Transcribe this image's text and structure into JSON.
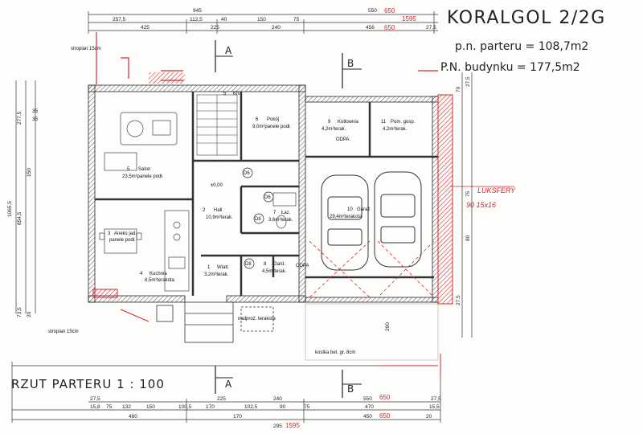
{
  "title": "KORALGOL 2/2G",
  "area_ground": "p.n. parteru = 108,7m2",
  "area_building": "P.N. budynku = 177,5m2",
  "plan_title": "RZUT PARTERU 1 : 100",
  "section_a": "A",
  "section_b": "B",
  "top_dims": {
    "overall": "945",
    "row1": [
      "257,5",
      "112,5",
      "40",
      "150",
      "75",
      "550",
      "27,5"
    ],
    "row2": [
      "425",
      "225",
      "240",
      "456"
    ],
    "red_overall": "1595",
    "red_row": [
      "650",
      "650"
    ]
  },
  "bottom_dims": {
    "row1": [
      "27,5",
      "225",
      "240",
      "550",
      "27,5"
    ],
    "row2": [
      "15,8",
      "75",
      "132",
      "150",
      "100,5",
      "170",
      "102,5",
      "90",
      "75",
      "470",
      "15,5"
    ],
    "row3": [
      "480",
      "170",
      "295",
      "450",
      "20"
    ],
    "red": [
      "650",
      "650",
      "1595"
    ]
  },
  "left_dims": [
    "1065,5",
    "854,5",
    "277,5",
    "150",
    "35",
    "35",
    "73,5",
    "20"
  ],
  "right_dims": [
    "70",
    "75",
    "80",
    "290",
    "27,5",
    "27,5"
  ],
  "rooms": [
    {
      "num": "5",
      "name": "Salon",
      "area": "23,5m²panele podł."
    },
    {
      "num": "6",
      "name": "Pokój",
      "area": "9,0m²panele podł."
    },
    {
      "num": "2",
      "name": "Hall",
      "area": "10,9m²terak."
    },
    {
      "num": "7",
      "name": "Łaz.",
      "area": "3,6m²terak."
    },
    {
      "num": "3",
      "name": "Aneks jad.",
      "area": "panele podł."
    },
    {
      "num": "4",
      "name": "Kuchnia",
      "area": "8,5m²terakota"
    },
    {
      "num": "1",
      "name": "Wiatr.",
      "area": "3,2m²terak."
    },
    {
      "num": "8",
      "name": "Gard.",
      "area": "4,5m²terak."
    },
    {
      "num": "9",
      "name": "Kotłownia",
      "area": "4,2m²terak."
    },
    {
      "num": "11",
      "name": "Pom. gosp.",
      "area": "4,2m²terak."
    },
    {
      "num": "10",
      "name": "Garaż",
      "area": "29,4m²terakota"
    },
    {
      "num": "5",
      "name": "Kls",
      "area": ""
    }
  ],
  "notes": {
    "stropian_top": "stropian 15cm",
    "stropian_bottom": "stropian 15cm",
    "luxfery": "LUKSFERY",
    "luxfery_size": "90  15x16",
    "odpa1": "ODPA",
    "odpa2": "ODPA",
    "level": "±0,00",
    "kostka": "kostka bet. gr. 8cm",
    "taras_note": "nadproż. terakota",
    "d6a": "D6",
    "d6b": "D6",
    "d8a": "D8",
    "d8b": "D8"
  },
  "colors": {
    "wall": "#333333",
    "red": "#d8282e",
    "paper": "#fdfdfb"
  }
}
